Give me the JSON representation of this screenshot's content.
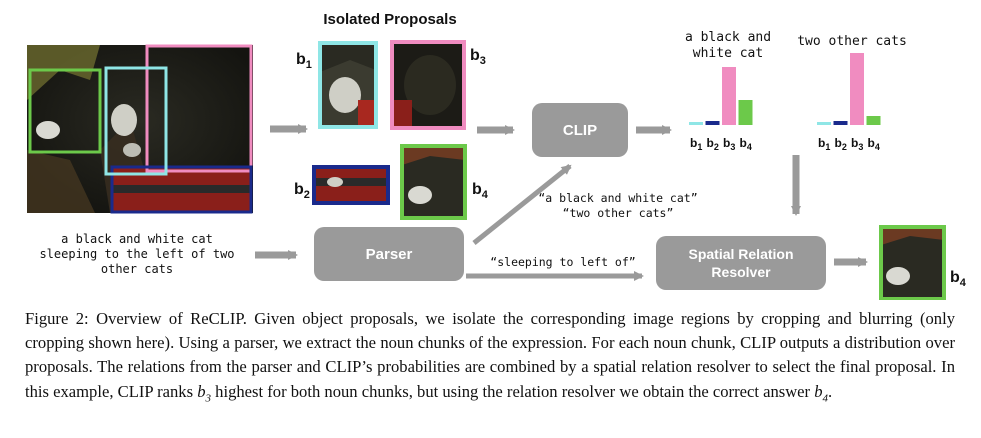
{
  "figure": {
    "isolated_title": "Isolated Proposals",
    "clip_label": "CLIP",
    "parser_label": "Parser",
    "resolver_label_line1": "Spatial Relation",
    "resolver_label_line2": "Resolver",
    "input_expression_lines": [
      "a black and white cat",
      "sleeping to the left of two",
      "other cats"
    ],
    "parser_to_clip_lines": [
      "“a black and white cat”",
      "“two other cats”"
    ],
    "parser_to_resolver": "“sleeping to left of”",
    "proposal_labels": {
      "b1": {
        "base": "b",
        "sub": "1"
      },
      "b2": {
        "base": "b",
        "sub": "2"
      },
      "b3": {
        "base": "b",
        "sub": "3"
      },
      "b4": {
        "base": "b",
        "sub": "4"
      }
    },
    "result_label": {
      "base": "b",
      "sub": "4"
    },
    "chart1_title_lines": [
      "a black and",
      "white cat"
    ],
    "chart2_title_lines": [
      "two other cats"
    ],
    "chart_tick_labels": [
      {
        "base": "b",
        "sub": "1"
      },
      {
        "base": "b",
        "sub": "2"
      },
      {
        "base": "b",
        "sub": "3"
      },
      {
        "base": "b",
        "sub": "4"
      }
    ],
    "colors": {
      "b1": "#8fe6e6",
      "b2": "#1a2a8c",
      "b3": "#f08cc0",
      "b4": "#6cc94a",
      "box_fill": "#9a9a9a",
      "arrow": "#9a9a9a"
    }
  },
  "chart_data": [
    {
      "type": "bar",
      "title": "a black and white cat",
      "categories": [
        "b1",
        "b2",
        "b3",
        "b4"
      ],
      "values": [
        0.03,
        0.04,
        0.58,
        0.25
      ]
    },
    {
      "type": "bar",
      "title": "two other cats",
      "categories": [
        "b1",
        "b2",
        "b3",
        "b4"
      ],
      "values": [
        0.03,
        0.04,
        0.72,
        0.09
      ]
    }
  ],
  "caption": {
    "lead": "Figure 2: Overview of ReCLIP. Given object proposals, we isolate the corresponding image regions by cropping and blurring (only cropping shown here). Using a parser, we extract the noun chunks of the expression. For each noun chunk, CLIP outputs a distribution over proposals. The relations from the parser and CLIP’s probabilities are combined by a spatial relation resolver to select the final proposal. In this example, CLIP ranks ",
    "var1_base": "b",
    "var1_sub": "3",
    "middle": " highest for both noun chunks, but using the relation resolver we obtain the correct answer ",
    "var2_base": "b",
    "var2_sub": "4",
    "end": "."
  }
}
